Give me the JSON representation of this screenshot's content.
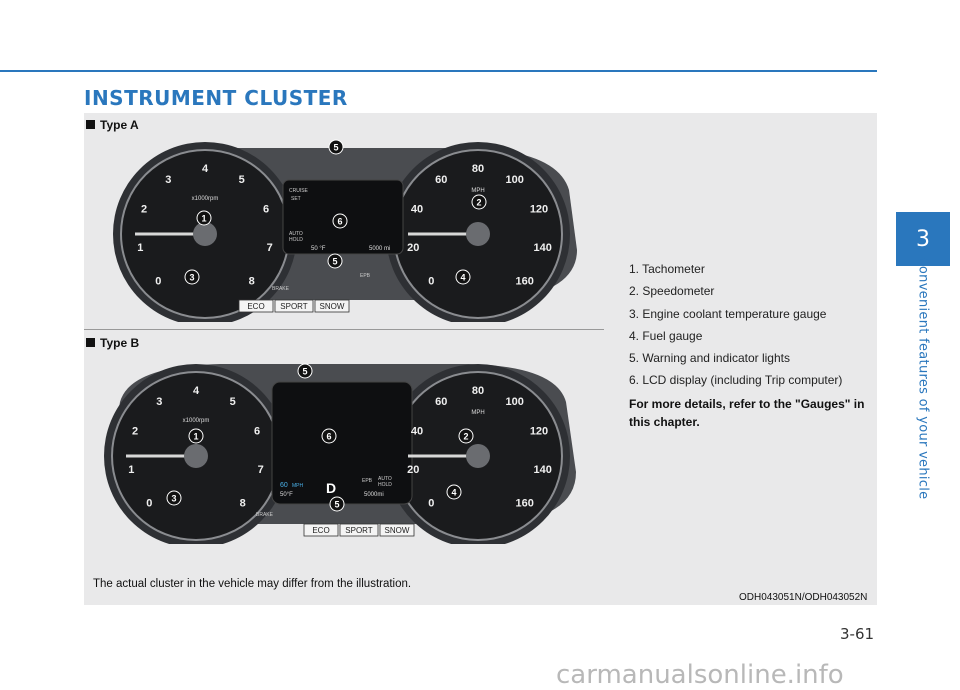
{
  "section_title": "INSTRUMENT CLUSTER",
  "type_a_label": "Type A",
  "type_b_label": "Type B",
  "clusters": [
    {
      "tach_numbers": [
        "0",
        "1",
        "2",
        "3",
        "4",
        "5",
        "6",
        "7",
        "8"
      ],
      "tach_unit": "x1000rpm",
      "speed_numbers": [
        "0",
        "20",
        "40",
        "60",
        "80",
        "100",
        "120",
        "140",
        "160"
      ],
      "speed_unit": "MPH",
      "center_top": [
        "CRUISE",
        "SET"
      ],
      "center_auto_hold": [
        "AUTO",
        "HOLD"
      ],
      "center_temp": "50 °F",
      "center_odo": "5000 mi",
      "brake_label": "BRAKE",
      "epb_label": "EPB",
      "modes": [
        "ECO",
        "SPORT",
        "SNOW"
      ],
      "callouts": [
        "1",
        "2",
        "3",
        "4",
        "5",
        "5",
        "6"
      ]
    },
    {
      "tach_numbers": [
        "0",
        "1",
        "2",
        "3",
        "4",
        "5",
        "6",
        "7",
        "8"
      ],
      "tach_unit": "x1000rpm",
      "speed_numbers": [
        "0",
        "20",
        "40",
        "60",
        "80",
        "100",
        "120",
        "140",
        "160"
      ],
      "speed_unit": "MPH",
      "center_speed": "60",
      "center_speed_unit": "MPH",
      "center_temp": "50°F",
      "center_odo": "5000mi",
      "center_gear": "D",
      "center_auto_hold": [
        "AUTO",
        "HOLD"
      ],
      "brake_label": "BRAKE",
      "epb_label": "EPB",
      "modes": [
        "ECO",
        "SPORT",
        "SNOW"
      ],
      "callouts": [
        "1",
        "2",
        "3",
        "4",
        "5",
        "5",
        "6"
      ]
    }
  ],
  "legend": [
    "1. Tachometer",
    "2. Speedometer",
    "3. Engine coolant temperature gauge",
    "4. Fuel gauge",
    "5. Warning and indicator lights",
    "6. LCD display (including Trip computer)"
  ],
  "note": "For more details, refer to the \"Gauges\" in this chapter.",
  "caption": "The actual cluster in the vehicle may differ from the illustration.",
  "image_code": "ODH043051N/ODH043052N",
  "chapter_number": "3",
  "chapter_title": "Convenient features of your vehicle",
  "page_number": "3-61",
  "watermark": "carmanualsonline.info",
  "colors": {
    "accent": "#2a77bd",
    "panel": "#e9e9ea"
  }
}
